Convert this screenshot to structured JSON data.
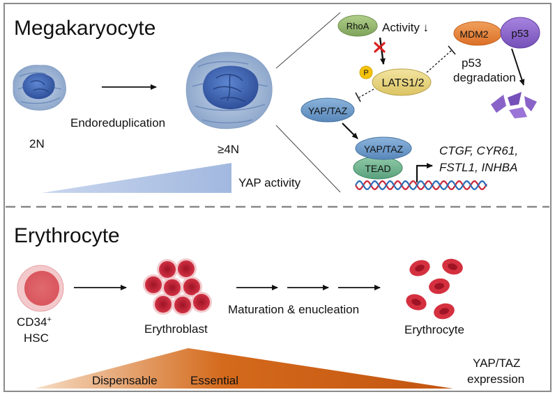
{
  "top_panel": {
    "title": "Megakaryocyte",
    "ploidy_low": "2N",
    "ploidy_high": "≥4N",
    "process": "Endoreduplication",
    "gradient_label": "YAP activity"
  },
  "pathway": {
    "rhoa": "RhoA",
    "rhoa_activity": "Activity ↓",
    "phospho": "P",
    "lats": "LATS1/2",
    "mdm2": "MDM2",
    "p53": "p53",
    "p53_label_1": "p53",
    "p53_label_2": "degradation",
    "yap_taz": "YAP/TAZ",
    "yap_taz_nuclear": "YAP/TAZ",
    "tead": "TEAD",
    "genes_line1": "CTGF, CYR61,",
    "genes_line2": "FSTL1, INHBA"
  },
  "bottom_panel": {
    "title": "Erythrocyte",
    "hsc_line1": "CD34",
    "hsc_sup": "+",
    "hsc_line2": "HSC",
    "erythroblast": "Erythroblast",
    "maturation": "Maturation & enucleation",
    "erythrocyte": "Erythrocyte",
    "dispensable": "Dispensable",
    "essential": "Essential",
    "expression_line1": "YAP/TAZ",
    "expression_line2": "expression"
  },
  "colors": {
    "panel_border": "#888888",
    "nucleus": "#3a63b5",
    "cell_body": "#a9bfdd",
    "yap_gradient": "#a7bde0",
    "rhoa": "#8fb36a",
    "lats": "#e7d27a",
    "mdm2": "#e9843a",
    "p53": "#8a63c8",
    "yap_taz": "#6d9bc9",
    "tead": "#6fb590",
    "rbc": "#c8283a",
    "expression_gradient": "#c85a12"
  }
}
